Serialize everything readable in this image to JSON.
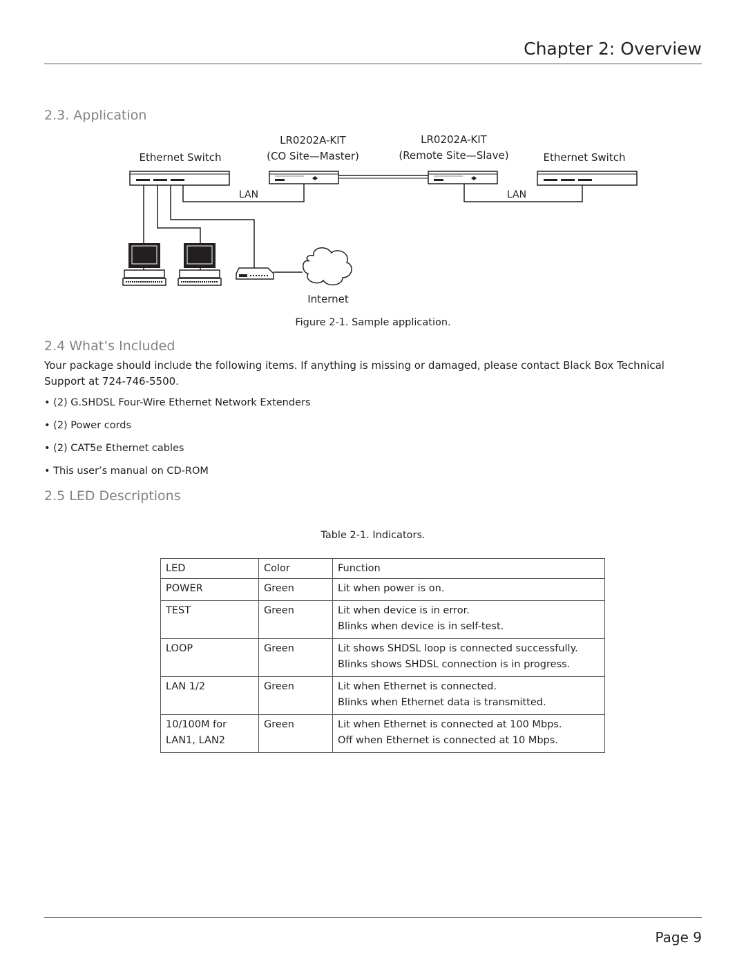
{
  "header": {
    "chapter_title": "Chapter 2: Overview"
  },
  "sections": {
    "application": {
      "heading": "2.3. Application",
      "diagram": {
        "left_switch_label": "Ethernet Switch",
        "master_model": "LR0202A-KIT",
        "master_site": "(CO Site—Master)",
        "slave_model": "LR0202A-KIT",
        "slave_site": "(Remote Site—Slave)",
        "right_switch_label": "Ethernet Switch",
        "lan_left": "LAN",
        "lan_right": "LAN",
        "internet_label": "Internet"
      },
      "figure_caption": "Figure 2-1. Sample application."
    },
    "whats_included": {
      "heading": "2.4 What’s Included",
      "intro": "Your package should include the following items. If anything is missing or damaged, please contact Black Box Technical Support at 724-746-5500.",
      "items": [
        "• (2) G.SHDSL Four-Wire Ethernet Network Extenders",
        "• (2) Power cords",
        "• (2) CAT5e Ethernet cables",
        "• This user’s manual on CD-ROM"
      ]
    },
    "led_descriptions": {
      "heading": "2.5 LED Descriptions",
      "table_caption": "Table 2-1. Indicators.",
      "columns": [
        "LED",
        "Color",
        "Function"
      ],
      "rows": [
        {
          "led": [
            "POWER"
          ],
          "color": "Green",
          "function": [
            "Lit when power is on."
          ]
        },
        {
          "led": [
            "TEST"
          ],
          "color": "Green",
          "function": [
            "Lit when device is in error.",
            "Blinks when device is in self-test."
          ]
        },
        {
          "led": [
            "LOOP"
          ],
          "color": "Green",
          "function": [
            "Lit shows SHDSL loop is connected successfully.",
            "Blinks shows SHDSL connection is in progress."
          ]
        },
        {
          "led": [
            "LAN 1/2"
          ],
          "color": "Green",
          "function": [
            "Lit when Ethernet is connected.",
            "Blinks when Ethernet data is transmitted."
          ]
        },
        {
          "led": [
            "10/100M for",
            "LAN1, LAN2"
          ],
          "color": "Green",
          "function": [
            "Lit when Ethernet is connected at 100 Mbps.",
            "Off when Ethernet is connected at 10 Mbps."
          ]
        }
      ]
    }
  },
  "footer": {
    "page_number": "Page 9"
  }
}
